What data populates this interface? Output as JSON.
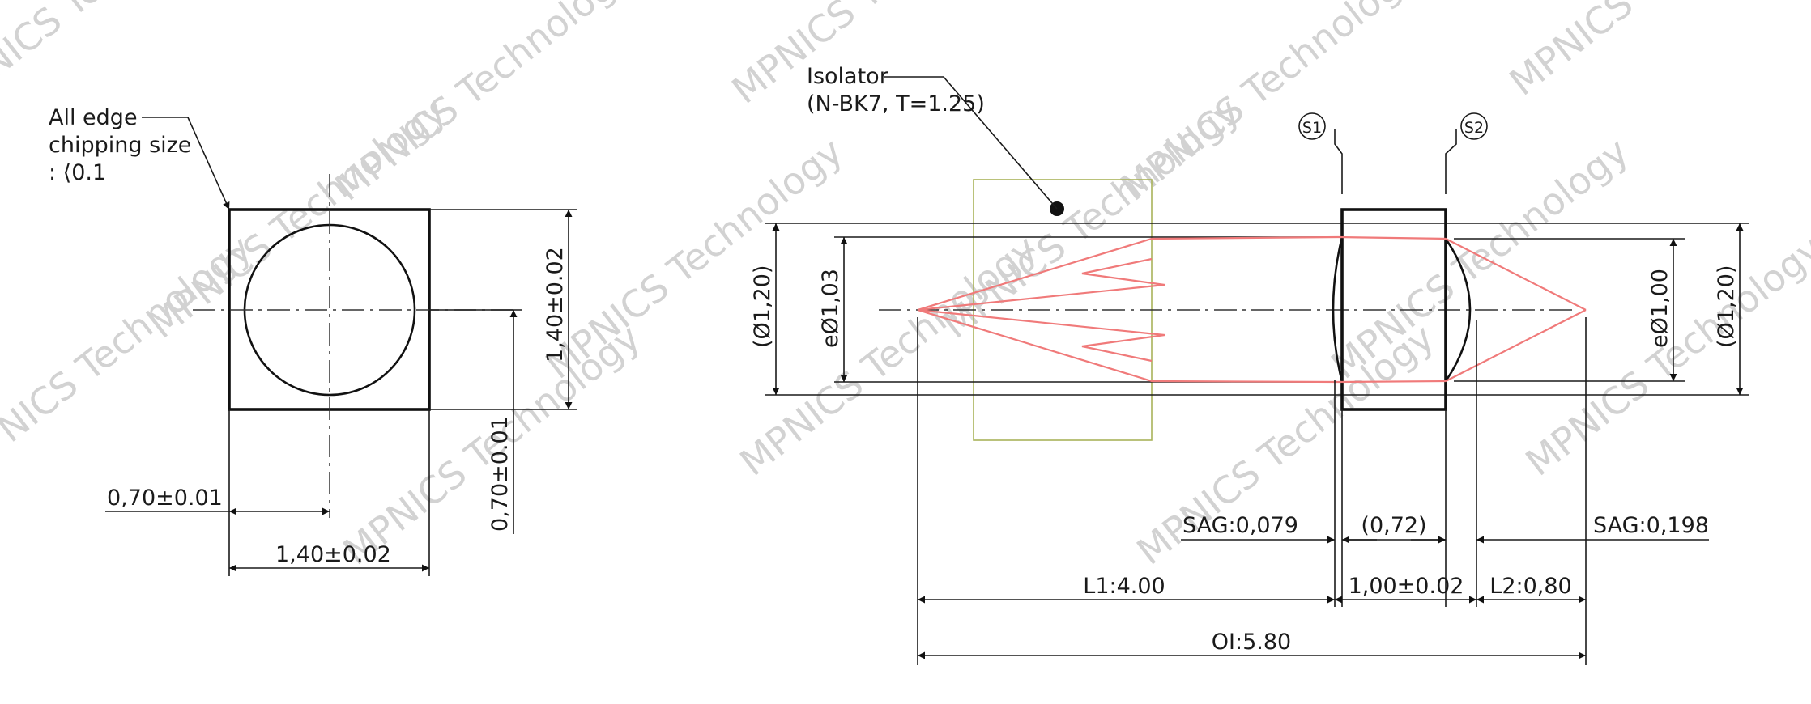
{
  "watermark": {
    "text": "MPNICS Technology",
    "color": "#d2d2d2"
  },
  "left_view": {
    "chipping_note": {
      "line1": "All edge",
      "line2": "chipping size",
      "line3": ": ⟨0.1"
    },
    "dims": {
      "half_width": "0,70±0.01",
      "width": "1,40±0.02",
      "height": "1,40±0.02",
      "half_height": "0,70±0.01"
    }
  },
  "right_view": {
    "isolator_note": {
      "line1": "Isolator",
      "line2": "(N-BK7, T=1.25)"
    },
    "surface_markers": [
      "S1",
      "S2"
    ],
    "dims": {
      "outer_diameter_left": "(Ø1,20)",
      "eff_diameter_left": "eØ1,03",
      "eff_diameter_right": "eØ1,00",
      "outer_diameter_right": "(Ø1,20)",
      "sag_s1": "SAG:0,079",
      "center_thickness": "(0,72)",
      "sag_s2": "SAG:0,198",
      "l1": "L1:4.00",
      "lens_thickness": "1,00±0.02",
      "l2": "L2:0,80",
      "oi": "OI:5.80"
    }
  },
  "colors": {
    "line": "#111111",
    "ray": "#f07a7a",
    "isolator_box": "#a9b35a"
  }
}
